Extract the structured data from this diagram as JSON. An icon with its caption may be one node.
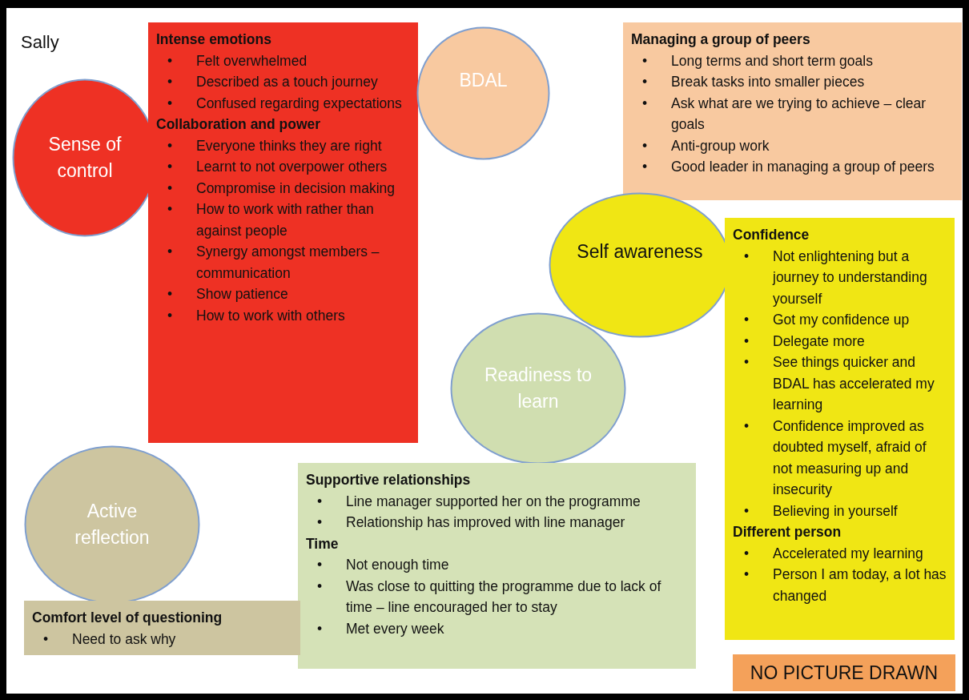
{
  "diagram": {
    "nodes": [
      {
        "text": [
          "Sense of control"
        ]
      },
      {
        "text": [
          "Intense emotions",
          "• Felt overwhelmed",
          "• Described as a touch journey",
          "• Confused regarding expectations",
          "Collaboration and power",
          "• Everyone thinks they are right",
          "• Learnt to not overpower others",
          "• Compromise in decision making",
          "• How to work with rather than against people",
          "• Synergy amongst members – communication",
          "• Show patience",
          "• How to work with others"
        ]
      },
      {
        "text": [
          "BDAL"
        ]
      },
      {
        "text": [
          "Managing a group of peers",
          "• Long terms and short term goals",
          "• Break tasks into smaller pieces",
          "• Ask what are we trying to achieve – clear goals",
          "• Anti-group work",
          "• Good leader in managing a group of peers"
        ]
      },
      {
        "text": [
          "Self awareness"
        ]
      },
      {
        "text": [
          "Confidence",
          "• Not enlightening but a journey to understanding yourself",
          "• Got my confidence up",
          "• Delegate more",
          "• See things quicker and BDAL has accelerated my learning",
          "• Confidence improved as doubted myself, afraid of not measuring up and insecurity",
          "• Believing in yourself",
          "Different person",
          "• Accelerated my learning",
          "• Person I am today, a lot has changed"
        ]
      },
      {
        "text": [
          "Readiness to learn"
        ]
      },
      {
        "text": [
          "Active reflection"
        ]
      },
      {
        "text": [
          "Supportive relationships",
          "• Line manager supported her on the programme",
          "• Relationship has improved with line manager",
          "Time",
          "• Not enough time",
          "• Was close to quitting the programme due to lack of time – line encouraged her to stay",
          "• Met every week"
        ]
      },
      {
        "text": [
          "Comfort level of questioning",
          "• Need to ask why"
        ]
      },
      {
        "text": [
          "NO PICTURE DRAWN"
        ]
      }
    ],
    "edges": [],
    "labels": [
      "Sally"
    ]
  }
}
